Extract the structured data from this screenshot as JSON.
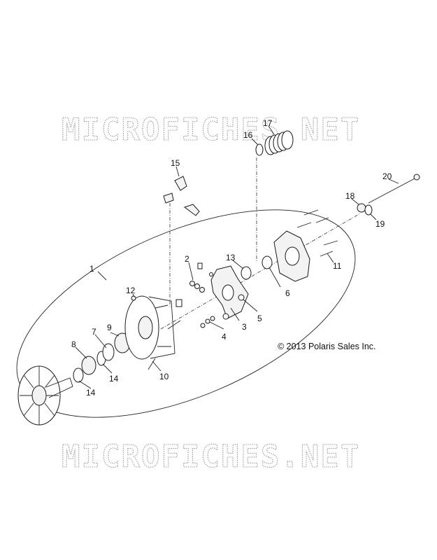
{
  "watermarks": [
    "MICROFICHES.NET",
    "MICROFICHES.NET"
  ],
  "copyright": "© 2013 Polaris Sales Inc.",
  "callouts": [
    "1",
    "2",
    "3",
    "4",
    "5",
    "6",
    "7",
    "8",
    "9",
    "10",
    "11",
    "12",
    "13",
    "14",
    "14",
    "15",
    "16",
    "17",
    "18",
    "19",
    "20"
  ]
}
